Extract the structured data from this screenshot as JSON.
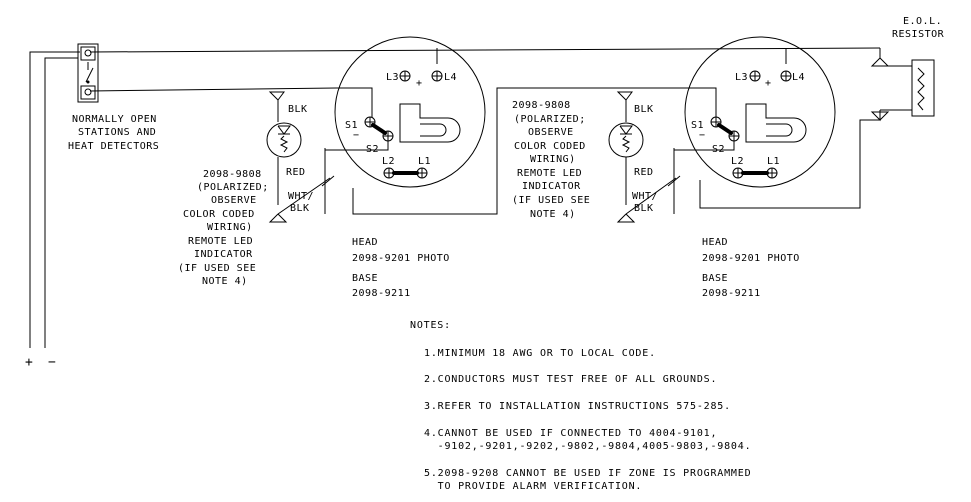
{
  "eol": {
    "line1": "E.O.L.",
    "line2": "RESISTOR"
  },
  "stations": {
    "line1": "NORMALLY OPEN",
    "line2": "STATIONS AND",
    "line3": "HEAT DETECTORS"
  },
  "supply": {
    "plus": "+",
    "minus": "−"
  },
  "terminals": {
    "l1": "L1",
    "l2": "L2",
    "l3": "L3",
    "l4": "L4",
    "s1": "S1",
    "s2": "S2",
    "plus": "+",
    "minus": "−"
  },
  "led_wires": {
    "blk": "BLK",
    "red": "RED",
    "whtblk1": "WHT/",
    "whtblk2": "BLK"
  },
  "led_left": [
    "2098-9808",
    "(POLARIZED;",
    "OBSERVE",
    "COLOR CODED",
    "WIRING)",
    "REMOTE LED",
    "INDICATOR",
    "(IF USED SEE",
    "NOTE 4)"
  ],
  "led_mid": [
    "2098-9808",
    "(POLARIZED;",
    "OBSERVE",
    "COLOR CODED",
    "WIRING)",
    "REMOTE LED",
    "INDICATOR",
    "(IF USED SEE",
    "NOTE 4)"
  ],
  "detector_left": {
    "head": "HEAD",
    "head_part": "2098-9201 PHOTO",
    "base": "BASE",
    "base_part": "2098-9211"
  },
  "detector_right": {
    "head": "HEAD",
    "head_part": "2098-9201 PHOTO",
    "base": "BASE",
    "base_part": "2098-9211"
  },
  "notes_title": "NOTES:",
  "notes": [
    "1.MINIMUM 18 AWG OR TO LOCAL CODE.",
    "2.CONDUCTORS MUST TEST FREE OF ALL GROUNDS.",
    "3.REFER TO INSTALLATION INSTRUCTIONS 575-285.",
    "4.CANNOT BE USED IF CONNECTED TO 4004-9101,",
    "  -9102,-9201,-9202,-9802,-9804,4005-9803,-9804.",
    "5.2098-9208 CANNOT BE USED IF ZONE IS PROGRAMMED",
    "  TO PROVIDE ALARM VERIFICATION."
  ]
}
